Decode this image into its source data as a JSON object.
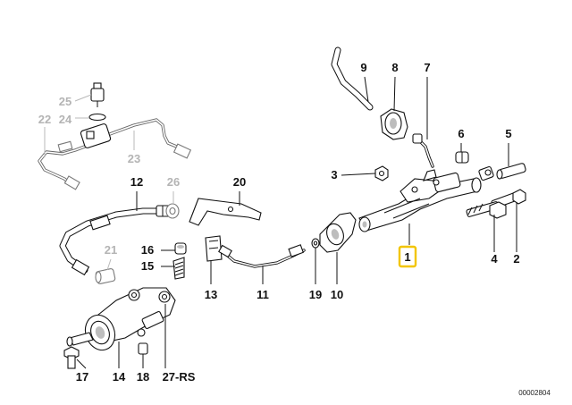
{
  "diagram": {
    "reference_code": "00002804",
    "highlight_color": "#f2c500",
    "grey_label_color": "#b4b4b4",
    "labels": [
      {
        "id": "1",
        "text": "1"
      },
      {
        "id": "2",
        "text": "2"
      },
      {
        "id": "3",
        "text": "3"
      },
      {
        "id": "4",
        "text": "4"
      },
      {
        "id": "5",
        "text": "5"
      },
      {
        "id": "6",
        "text": "6"
      },
      {
        "id": "7",
        "text": "7"
      },
      {
        "id": "8",
        "text": "8"
      },
      {
        "id": "9",
        "text": "9"
      },
      {
        "id": "10",
        "text": "10"
      },
      {
        "id": "11",
        "text": "11"
      },
      {
        "id": "12",
        "text": "12"
      },
      {
        "id": "13",
        "text": "13"
      },
      {
        "id": "14",
        "text": "14"
      },
      {
        "id": "15",
        "text": "15"
      },
      {
        "id": "16",
        "text": "16"
      },
      {
        "id": "17",
        "text": "17"
      },
      {
        "id": "18",
        "text": "18"
      },
      {
        "id": "19",
        "text": "19"
      },
      {
        "id": "20",
        "text": "20"
      },
      {
        "id": "21",
        "text": "21"
      },
      {
        "id": "22",
        "text": "22"
      },
      {
        "id": "23",
        "text": "23"
      },
      {
        "id": "24",
        "text": "24"
      },
      {
        "id": "25",
        "text": "25"
      },
      {
        "id": "26",
        "text": "26"
      },
      {
        "id": "27RS",
        "text": "27-RS"
      }
    ],
    "greyed_parts": [
      "21",
      "22",
      "23",
      "24",
      "25",
      "26"
    ],
    "selected_part": "1"
  }
}
